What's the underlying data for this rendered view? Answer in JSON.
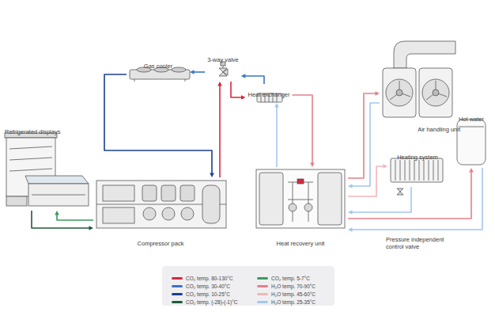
{
  "diagram": {
    "nodes": [
      {
        "text": [
          "Gas cooler"
        ]
      },
      {
        "text": [
          "3-way valve"
        ]
      },
      {
        "text": [
          "Heat exchanger"
        ]
      },
      {
        "text": [
          "Air handling unit"
        ]
      },
      {
        "text": [
          "Hot water"
        ]
      },
      {
        "text": [
          "Refrigerated displays"
        ]
      },
      {
        "text": [
          "Heating system"
        ]
      },
      {
        "text": [
          "Compressor pack"
        ]
      },
      {
        "text": [
          "Heat recovery unit"
        ]
      }
    ],
    "edges": [
      {
        "from": 7,
        "to": 1,
        "arrow": "to"
      },
      {
        "from": 1,
        "to": 0,
        "arrow": "to"
      },
      {
        "from": 0,
        "to": 7,
        "arrow": "to"
      },
      {
        "from": 1,
        "to": 2,
        "arrow": "to"
      },
      {
        "from": 2,
        "to": 1,
        "arrow": "to"
      },
      {
        "from": 7,
        "to": 5,
        "arrow": "to"
      },
      {
        "from": 5,
        "to": 7,
        "arrow": "to"
      },
      {
        "from": 2,
        "to": 8,
        "arrow": "to"
      },
      {
        "from": 8,
        "to": 2,
        "arrow": "to"
      },
      {
        "from": 8,
        "to": 3,
        "arrow": "to"
      },
      {
        "from": 3,
        "to": 8,
        "arrow": "to"
      },
      {
        "from": 8,
        "to": 6,
        "arrow": "to"
      },
      {
        "from": 6,
        "to": 8,
        "arrow": "to"
      },
      {
        "from": 8,
        "to": 4,
        "arrow": "to"
      },
      {
        "from": 4,
        "to": 8,
        "arrow": "to"
      }
    ],
    "labels": [
      "Pressure independent control valve"
    ],
    "legend": [
      {
        "text": "CO₂ temp. 80-130°C",
        "color": "#d7263d"
      },
      {
        "text": "CO₂ temp. 30-40°C",
        "color": "#3b73c9"
      },
      {
        "text": "CO₂ temp. 10-25°C",
        "color": "#1a3f8f"
      },
      {
        "text": "CO₂ temp. (-28)-(-1)°C",
        "color": "#1d5b3a"
      },
      {
        "text": "CO₂ temp. 5-7°C",
        "color": "#3a9a5b"
      },
      {
        "text": "H₂O temp. 70-90°C",
        "color": "#e5808a"
      },
      {
        "text": "H₂O temp. 45-60°C",
        "color": "#f2b6b8"
      },
      {
        "text": "H₂O temp. 25-35°C",
        "color": "#a3c8ee"
      }
    ]
  }
}
